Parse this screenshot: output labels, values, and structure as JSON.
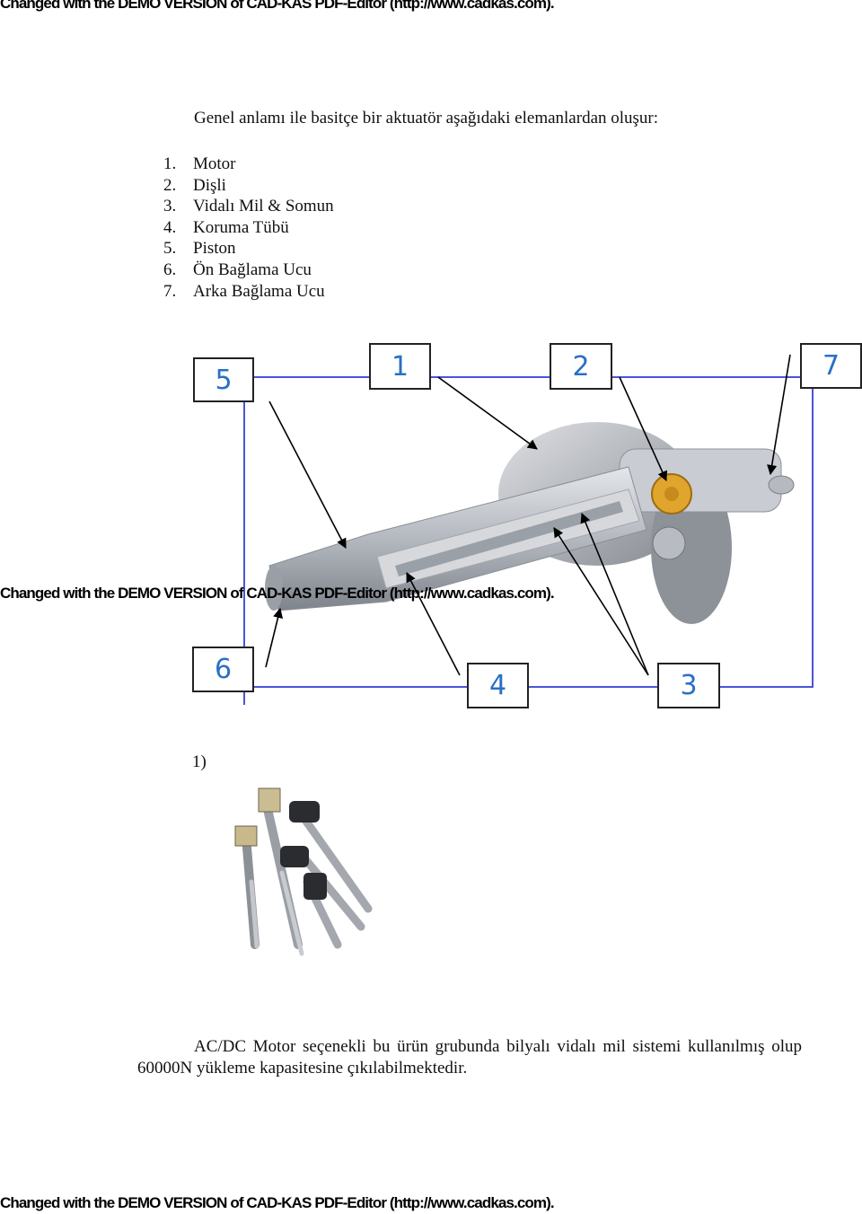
{
  "watermark": "Changed with the DEMO VERSION of CAD-KAS PDF-Editor (http://www.cadkas.com).",
  "intro": "Genel anlamı ile basitçe bir aktuatör aşağıdaki elemanlardan oluşur:",
  "parts": [
    {
      "num": "1.",
      "label": "Motor"
    },
    {
      "num": "2.",
      "label": "Dişli"
    },
    {
      "num": "3.",
      "label": "Vidalı Mil & Somun"
    },
    {
      "num": "4.",
      "label": "Koruma Tübü"
    },
    {
      "num": "5.",
      "label": "Piston"
    },
    {
      "num": "6.",
      "label": "Ön Bağlama Ucu"
    },
    {
      "num": "7.",
      "label": "Arka Bağlama Ucu"
    }
  ],
  "diagram": {
    "labels": {
      "five": "5",
      "one": "1",
      "two": "2",
      "seven": "7",
      "six": "6",
      "four": "4",
      "three": "3"
    },
    "label_color": "#2a6fc6",
    "frame_color": "#4a55d8"
  },
  "figure_caption": "1)",
  "paragraph": "AC/DC Motor seçenekli bu ürün grubunda bilyalı vidalı mil sistemi kullanılmış olup 60000N yükleme kapasitesine çıkılabilmektedir."
}
